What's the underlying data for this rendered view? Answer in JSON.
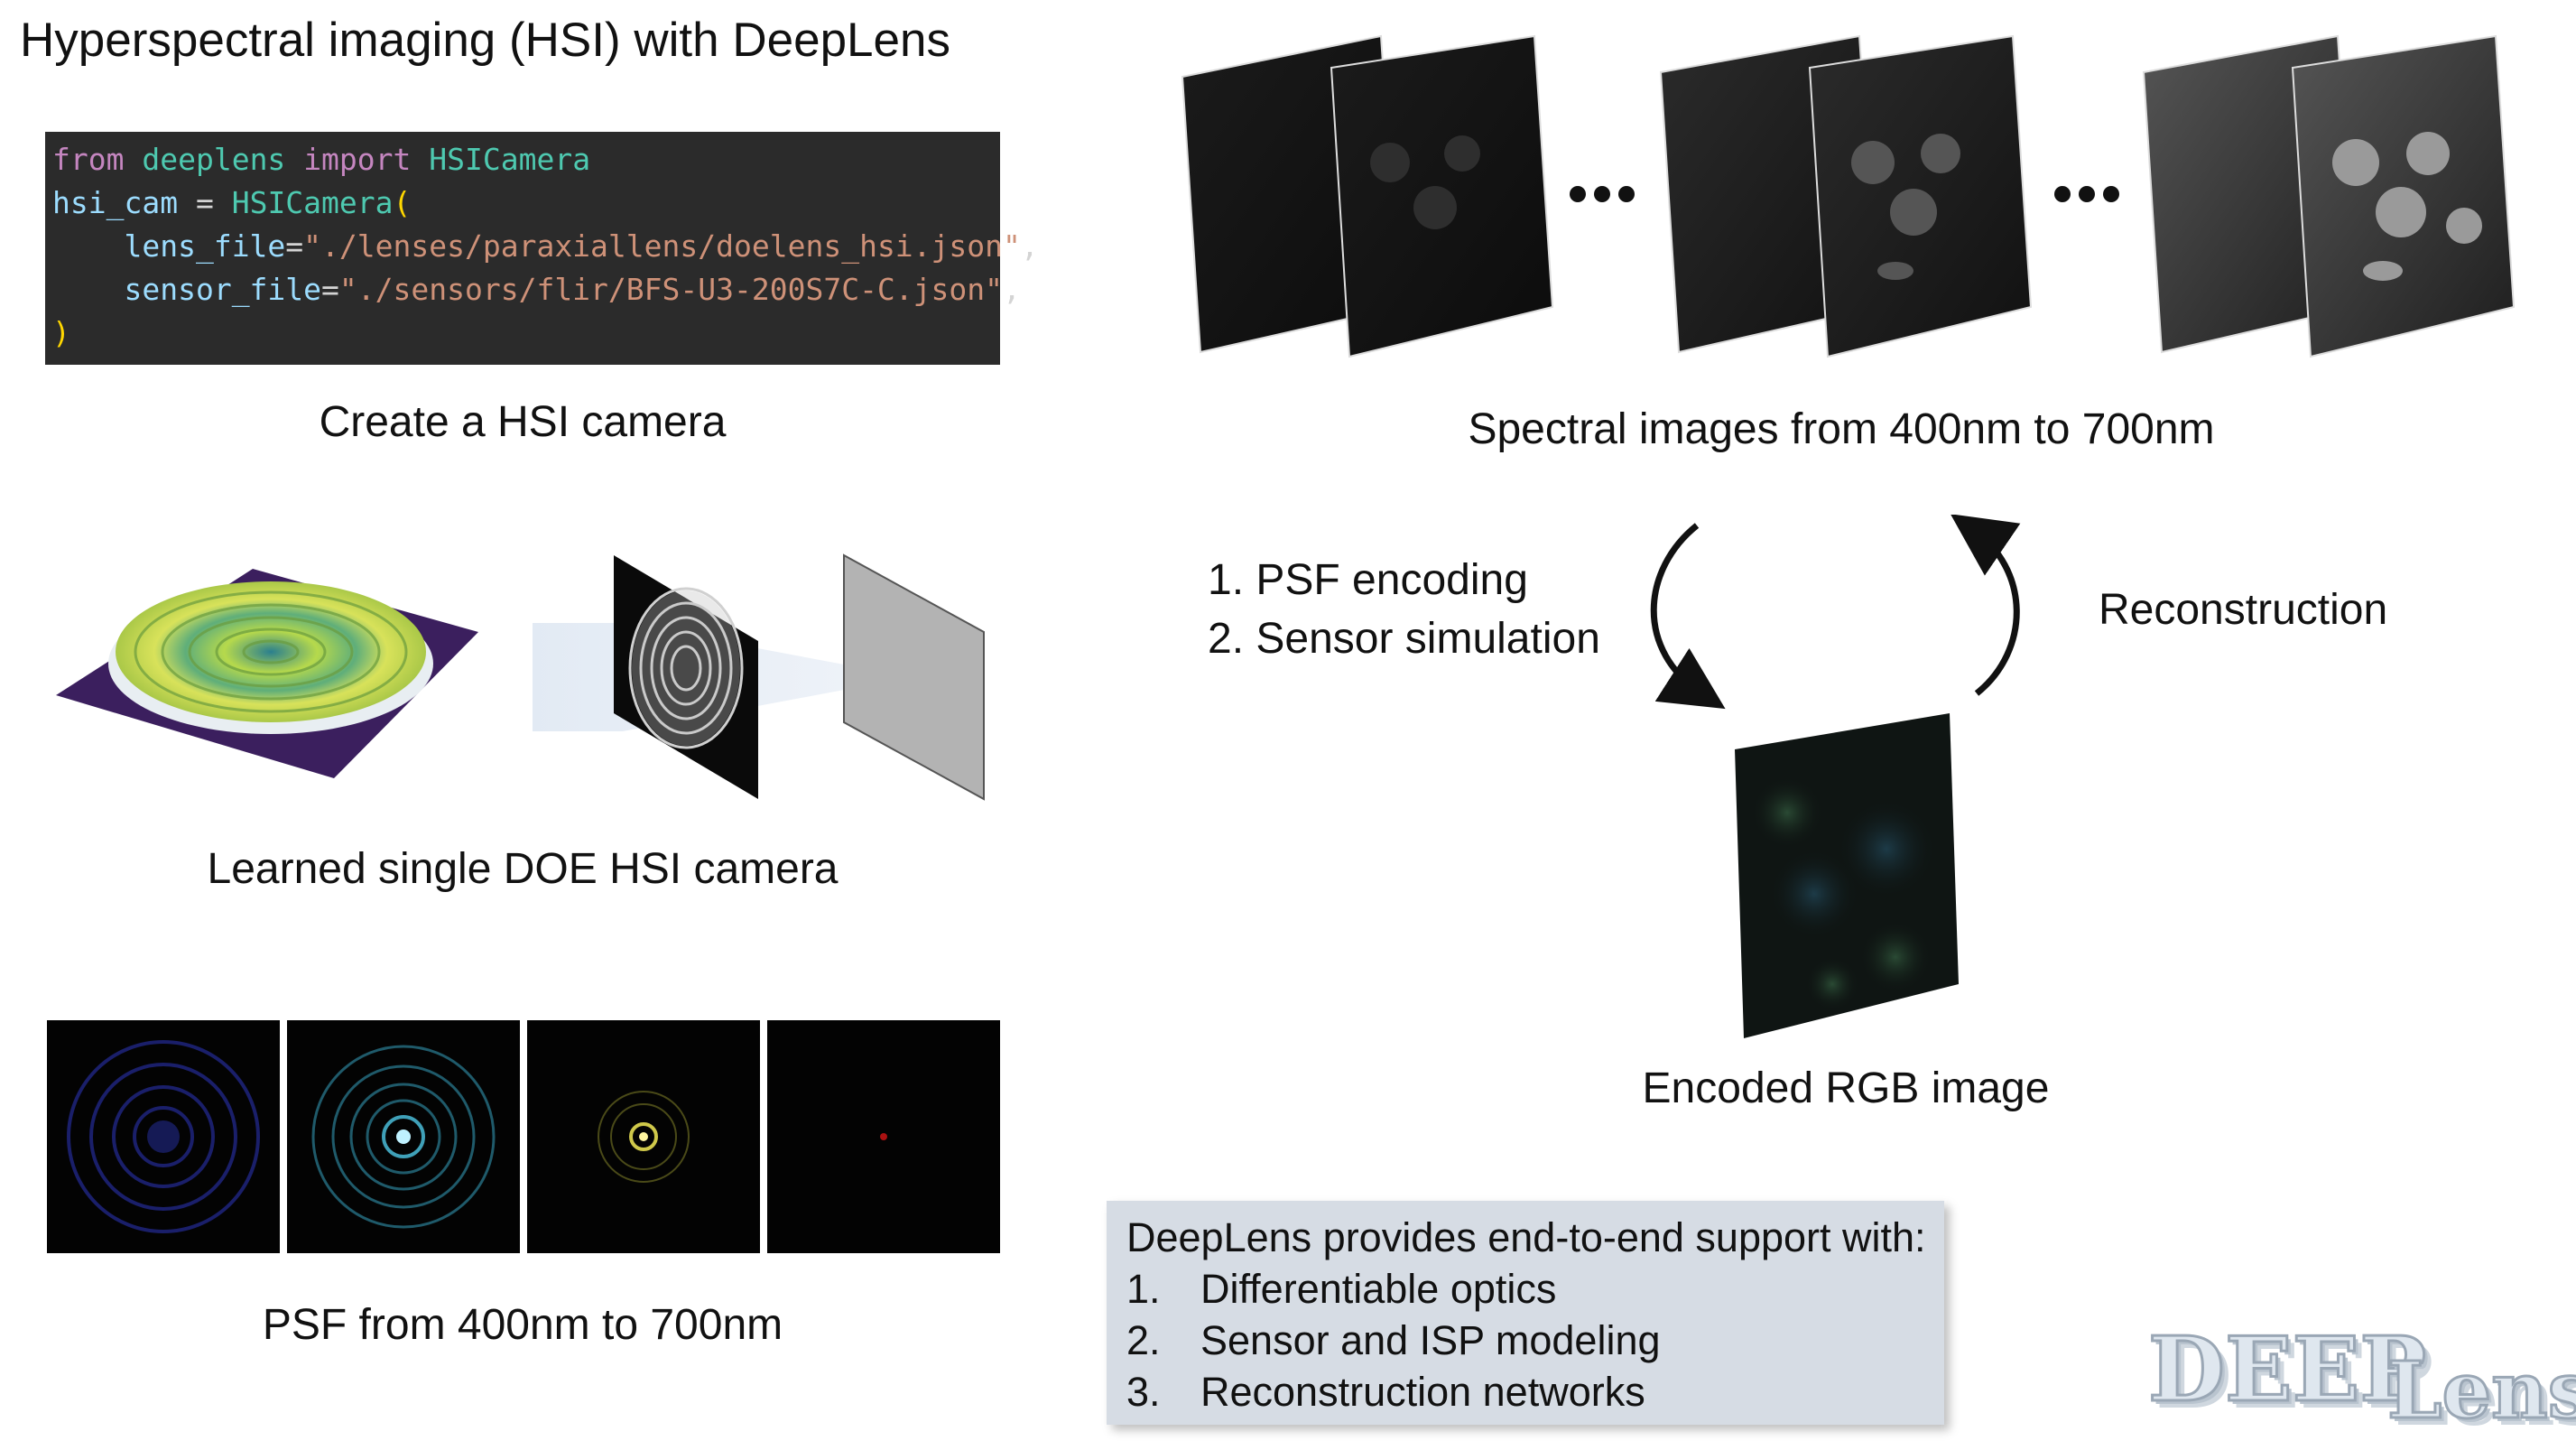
{
  "title": "Hyperspectral imaging (HSI) with DeepLens",
  "code": {
    "line1": {
      "kw1": "from",
      "module": "deeplens",
      "kw2": "import",
      "cls": "HSICamera"
    },
    "line2": {
      "var": "hsi_cam",
      "op": "=",
      "cls": "HSICamera",
      "paren": "("
    },
    "line3": {
      "arg": "lens_file",
      "value": "\"./lenses/paraxiallens/doelens_hsi.json\""
    },
    "line4": {
      "arg": "sensor_file",
      "value": "\"./sensors/flir/BFS-U3-200S7C-C.json\""
    },
    "line5": {
      "paren": ")"
    }
  },
  "captions": {
    "create": "Create a HSI camera",
    "doe": "Learned single DOE HSI camera",
    "psf": "PSF from 400nm to 700nm",
    "spectral": "Spectral images from 400nm to 700nm",
    "encoded": "Encoded RGB image"
  },
  "steps": {
    "step1": "1. PSF encoding",
    "step2": "2. Sensor simulation",
    "reconstruction": "Reconstruction"
  },
  "info_box": {
    "heading": "DeepLens provides end-to-end support with:",
    "items": [
      {
        "num": "1.",
        "text": "Differentiable optics"
      },
      {
        "num": "2.",
        "text": "Sensor and ISP modeling"
      },
      {
        "num": "3.",
        "text": "Reconstruction networks"
      }
    ]
  },
  "logo": {
    "part1": "DEEP",
    "part2": "Lens"
  },
  "colors": {
    "code_bg": "#2b2b2b",
    "info_bg": "#d6dce4",
    "doe_base": "#3b1f5e",
    "doe_rings": "#c8d84a"
  },
  "icons": [
    "ellipsis-icon",
    "arrow-encode-icon",
    "arrow-reconstruct-icon"
  ]
}
